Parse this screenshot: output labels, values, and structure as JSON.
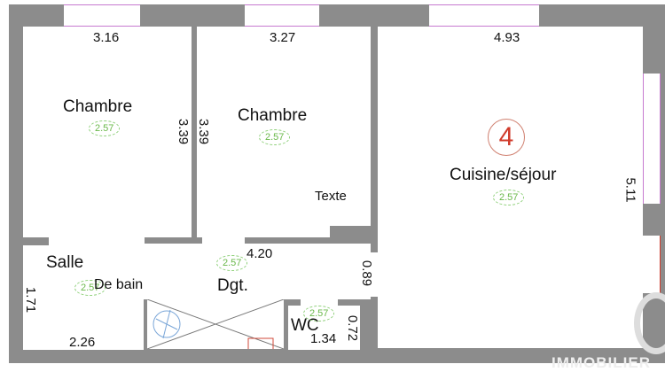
{
  "rooms": {
    "chambre1": {
      "name": "Chambre",
      "height": "2.57",
      "width": "3.16",
      "depth": "3.39"
    },
    "chambre2": {
      "name": "Chambre",
      "height": "2.57",
      "width": "3.27",
      "depth": "3.39",
      "note": "Texte"
    },
    "cuisine": {
      "name": "Cuisine/séjour",
      "height": "2.57",
      "width": "4.93",
      "depth": "5.11",
      "number": "4"
    },
    "salle": {
      "name1": "Salle",
      "name2": "De bain",
      "height": "2.57",
      "width": "2.26",
      "depth": "1.71"
    },
    "dgt": {
      "name": "Dgt.",
      "height": "2.57",
      "width": "4.20",
      "depth": "0.89"
    },
    "wc": {
      "name": "WC",
      "height": "2.57",
      "width": "1.34",
      "depth": "0.72"
    }
  },
  "watermark": "IMMOBILIER",
  "colors": {
    "wall": "#8c8c8c",
    "height_label": "#6ab84a",
    "window": "#c77ad0",
    "number": "#d03a2a"
  }
}
